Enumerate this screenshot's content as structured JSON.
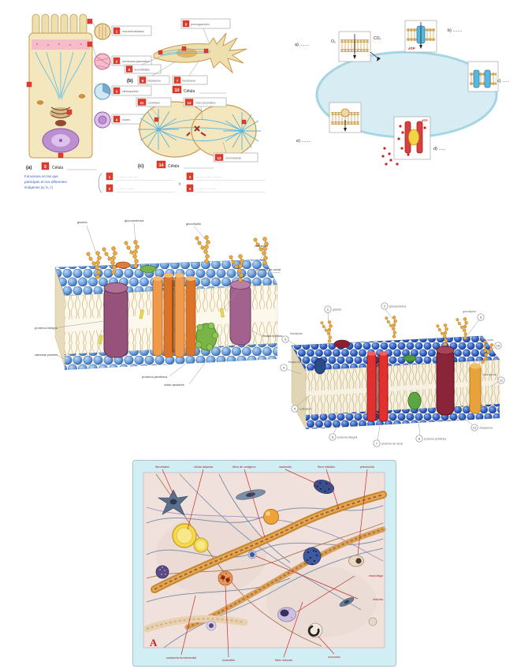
{
  "page": {
    "background": "#ffffff"
  },
  "worksheet": {
    "panel_a": "(a)",
    "panel_b": "(b)",
    "panel_c": "(c)",
    "cells": {
      "a": {
        "n": "5",
        "label": "Célula"
      },
      "b": {
        "n": "10",
        "label": "Célula"
      },
      "c": {
        "n": "14",
        "label": "Célula"
      }
    },
    "callouts_a": [
      {
        "n": "1",
        "text": "microvellosidades"
      },
      {
        "n": "2",
        "text": "membrana plasmática"
      },
      {
        "n": "3",
        "text": "citoesqueleto"
      },
      {
        "n": "4",
        "text": "núcleo"
      }
    ],
    "callouts_b": [
      {
        "n": "9",
        "text": "prolongaciones"
      },
      {
        "n": "8",
        "text": "neurofibrillas"
      },
      {
        "n": "6",
        "text": "citoplasma"
      },
      {
        "n": "7",
        "text": "membrana"
      }
    ],
    "callouts_c": [
      {
        "n": "11",
        "text": "centriolos"
      },
      {
        "n": "12",
        "text": "huso acromático"
      },
      {
        "n": "13",
        "text": "cromosomas"
      }
    ],
    "functions": {
      "title_l1": "Funciones en las que",
      "title_l2": "participan en los diferentes",
      "title_l3": "imágenes (a, b, c)",
      "connector": "y",
      "items": [
        {
          "n": "1",
          "text": "· ········ ·· ··········"
        },
        {
          "n": "2",
          "text": "· ······ · ·· ·······"
        },
        {
          "n": "3",
          "text": "····· ·· ········ ··· ······"
        },
        {
          "n": "4",
          "text": "··········· ·· ········"
        }
      ]
    }
  },
  "transport": {
    "labels": {
      "a": "a) ........",
      "b": "b) ........",
      "c": "c) ......",
      "d": "d) ......",
      "e": "e) ........"
    },
    "molecules": {
      "o2": "O₂",
      "co2": "CO₂",
      "atp_b": "ATP",
      "atp_d": "ATP"
    }
  },
  "membrane_large": {
    "labels": [
      "glúcido",
      "glucoproteína",
      "glucolípido",
      "colesterol",
      "proteína de canal",
      "proteína integral",
      "cabezas polares",
      "bicapa lipídica",
      "proteína periférica",
      "colas apolares"
    ]
  },
  "membrane_small": {
    "markers": [
      {
        "n": "1",
        "text": "glúcido"
      },
      {
        "n": "2",
        "text": "glucoproteína"
      },
      {
        "n": "3",
        "text": "fosfolípido"
      },
      {
        "n": "4",
        "text": "bicapa lipídica"
      },
      {
        "n": "5",
        "text": "colesterol"
      },
      {
        "n": "6",
        "text": "proteína integral"
      },
      {
        "n": "7",
        "text": "proteína de canal"
      },
      {
        "n": "8",
        "text": "proteína periférica"
      },
      {
        "n": "9",
        "text": "glucolípido"
      },
      {
        "n": "10",
        "text": "cabeza polar"
      },
      {
        "n": "11",
        "text": "cola apolar"
      },
      {
        "n": "12",
        "text": "citoplasma"
      }
    ]
  },
  "tissue": {
    "marker": "A",
    "labels": [
      "fibroblasto",
      "célula adiposa",
      "fibra de colágeno",
      "mastocito",
      "fibra elástica",
      "plasmocito",
      "macrófago",
      "linfocito",
      "sustancia fundamental",
      "eosinófilo",
      "fibra reticular",
      "monocito"
    ]
  }
}
